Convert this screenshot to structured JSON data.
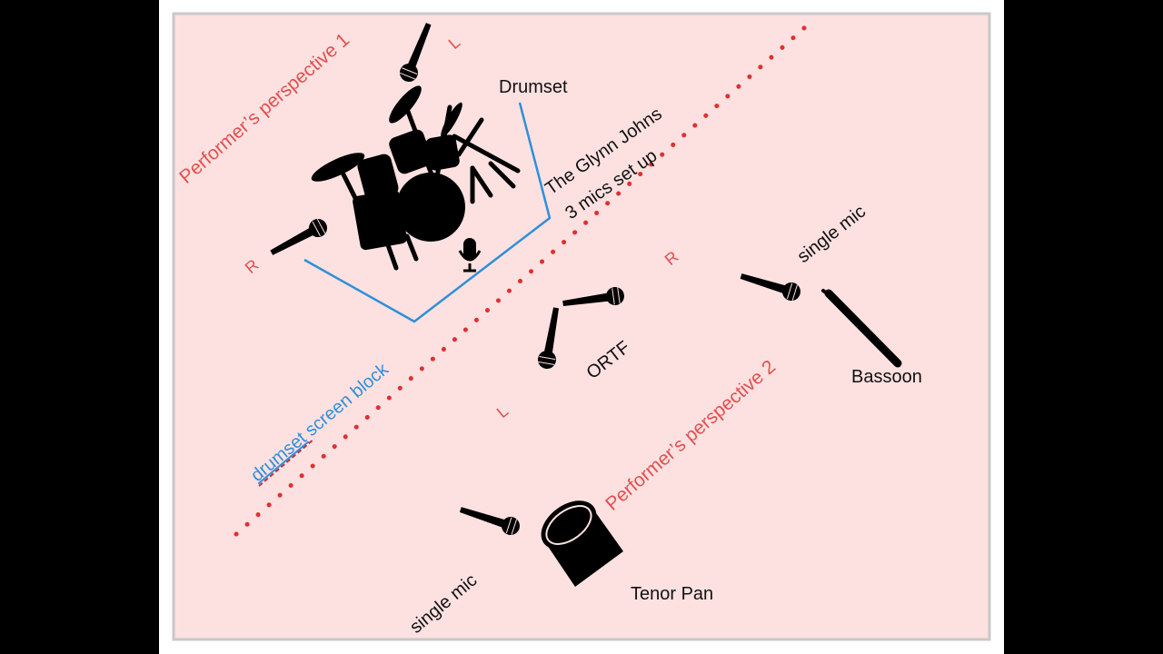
{
  "colors": {
    "background": "#000000",
    "slide": "#ffffff",
    "stage_fill": "#fde1e1",
    "stage_border": "#c8c8c8",
    "perspective_red": "#e05050",
    "screen_blue": "#2f8fd8",
    "ink": "#111111"
  },
  "labels": {
    "perspective_1": "Performer’s perspective 1",
    "perspective_2": "Performer’s perspective 2",
    "drumset": "Drumset",
    "glyn_line1": "The Glynn Johns",
    "glyn_line2": "3 mics set up",
    "single_mic_right": "single mic",
    "single_mic_bottom": "single mic",
    "bassoon": "Bassoon",
    "ortf": "ORTF",
    "tenor_pan": "Tenor Pan",
    "screen_block_word1": "drumset",
    "screen_block_word2": " screen block",
    "l_top": "L",
    "r_left": "R",
    "r_mid": "R",
    "l_mid": "L"
  },
  "icons": [
    "microphone-icon",
    "drumset-icon",
    "bassoon-icon",
    "tenor-pan-icon",
    "podcast-mic-icon"
  ]
}
